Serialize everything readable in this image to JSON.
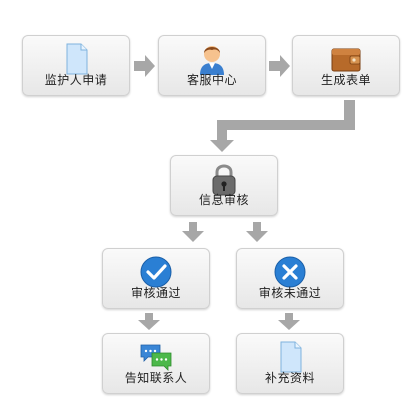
{
  "flow": {
    "guardian_apply": "监护人申请",
    "service_center": "客服中心",
    "generate_form": "生成表单",
    "info_verify": "信息审核",
    "verify_pass": "审核通过",
    "verify_fail": "审核未通过",
    "notify_contact": "告知联系人",
    "supplement_docs": "补充资料"
  },
  "icons": {
    "guardian_apply": "document-icon",
    "service_center": "person-icon",
    "generate_form": "wallet-icon",
    "info_verify": "lock-icon",
    "verify_pass": "check-icon",
    "verify_fail": "cross-icon",
    "notify_contact": "chat-icon",
    "supplement_docs": "document-icon"
  },
  "colors": {
    "arrow": "#a7a7a7",
    "box_border": "#d0d0d0",
    "accent_blue": "#2a7fd4"
  }
}
